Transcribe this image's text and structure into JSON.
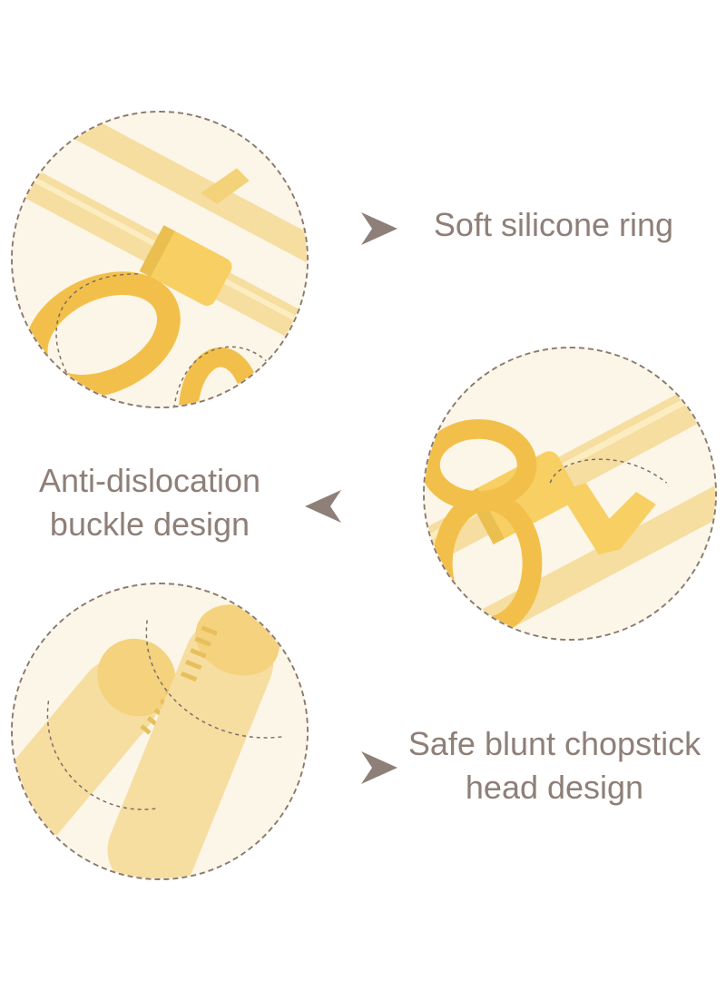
{
  "features": [
    {
      "label_lines": [
        "Soft silicone ring"
      ],
      "icon": "arrow-right-icon"
    },
    {
      "label_lines": [
        "Anti-dislocation",
        "buckle design"
      ],
      "icon": "arrow-left-icon"
    },
    {
      "label_lines": [
        "Safe blunt chopstick",
        "head design"
      ],
      "icon": "arrow-right-icon"
    }
  ],
  "colors": {
    "text": "#8e7f78",
    "arrow": "#8e7f78",
    "circle_bg": "#fcf6e8",
    "silicone_yellow": "#f7cf63",
    "chopstick_cream": "#f6dda0"
  }
}
